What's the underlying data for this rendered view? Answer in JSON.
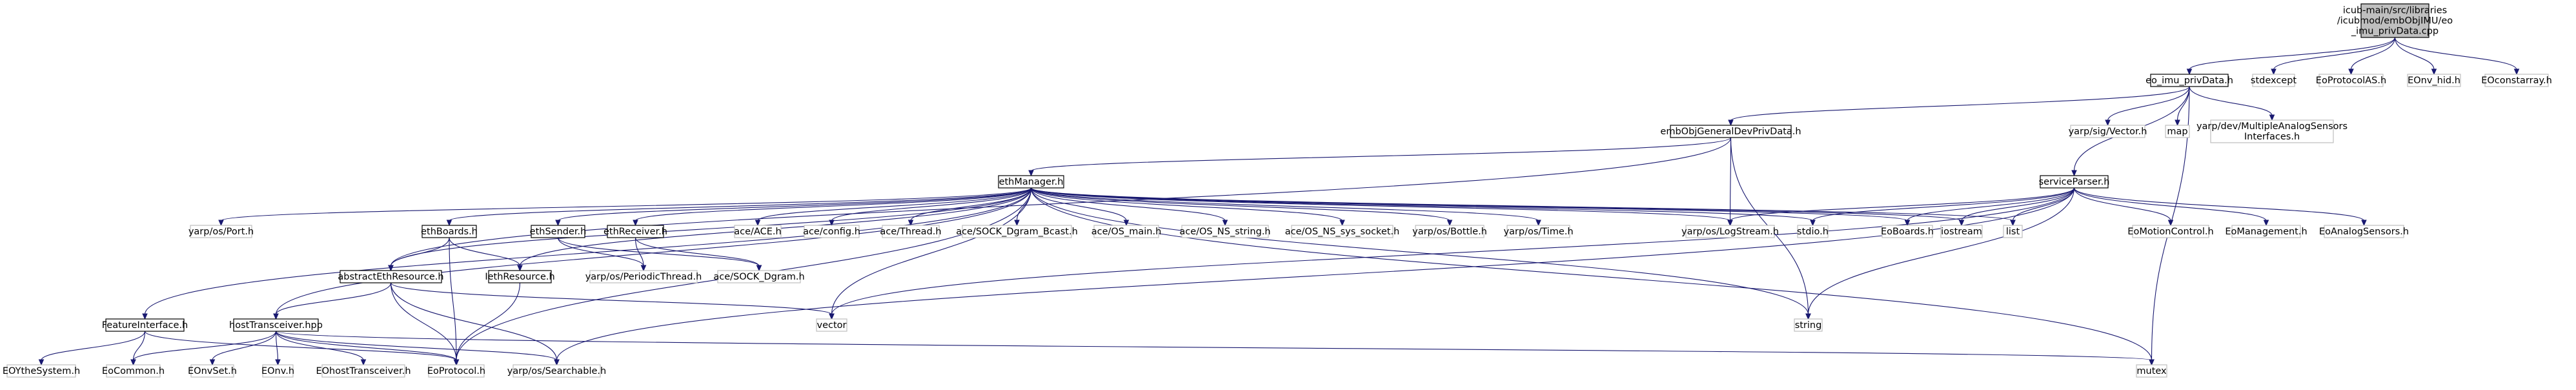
{
  "diagram": {
    "title_lines": [
      "icub-main/src/libraries",
      "/icubmod/embObjIMU/eo",
      "_imu_privData.cpp"
    ],
    "colors": {
      "edge": "#191970",
      "root_fill": "#bfbfbf",
      "root_stroke": "#000000",
      "documented_stroke": "#000000",
      "external_stroke": "#bfbfbf",
      "node_fill": "#ffffff",
      "text": "#000000",
      "external_text": "#000000"
    },
    "nodes": [
      {
        "id": "root",
        "lines": [
          "icub-main/src/libraries",
          "/icubmod/embObjIMU/eo",
          "_imu_privData.cpp"
        ],
        "kind": "root"
      },
      {
        "id": "eo_imu_privData_h",
        "lines": [
          "eo_imu_privData.h"
        ],
        "kind": "documented"
      },
      {
        "id": "stdexcept",
        "lines": [
          "stdexcept"
        ],
        "kind": "external"
      },
      {
        "id": "EoProtocolAS_h",
        "lines": [
          "EoProtocolAS.h"
        ],
        "kind": "external"
      },
      {
        "id": "EOnv_hid_h",
        "lines": [
          "EOnv_hid.h"
        ],
        "kind": "external"
      },
      {
        "id": "EOconstarray_h",
        "lines": [
          "EOconstarray.h"
        ],
        "kind": "external"
      },
      {
        "id": "embObjGeneralDevPrivData_h",
        "lines": [
          "embObjGeneralDevPrivData.h"
        ],
        "kind": "documented"
      },
      {
        "id": "yarp_sig_Vector_h",
        "lines": [
          "yarp/sig/Vector.h"
        ],
        "kind": "external"
      },
      {
        "id": "map",
        "lines": [
          "map"
        ],
        "kind": "external"
      },
      {
        "id": "yarp_dev_MAS",
        "lines": [
          "yarp/dev/MultipleAnalogSensors",
          "Interfaces.h"
        ],
        "kind": "external"
      },
      {
        "id": "serviceParser_h",
        "lines": [
          "serviceParser.h"
        ],
        "kind": "documented"
      },
      {
        "id": "ethManager_h",
        "lines": [
          "ethManager.h"
        ],
        "kind": "documented"
      },
      {
        "id": "yarp_os_Port_h",
        "lines": [
          "yarp/os/Port.h"
        ],
        "kind": "external"
      },
      {
        "id": "ethBoards_h",
        "lines": [
          "ethBoards.h"
        ],
        "kind": "documented"
      },
      {
        "id": "ethSender_h",
        "lines": [
          "ethSender.h"
        ],
        "kind": "documented"
      },
      {
        "id": "ethReceiver_h",
        "lines": [
          "ethReceiver.h"
        ],
        "kind": "documented"
      },
      {
        "id": "ace_ACE_h",
        "lines": [
          "ace/ACE.h"
        ],
        "kind": "external"
      },
      {
        "id": "ace_config_h",
        "lines": [
          "ace/config.h"
        ],
        "kind": "external"
      },
      {
        "id": "ace_Thread_h",
        "lines": [
          "ace/Thread.h"
        ],
        "kind": "external"
      },
      {
        "id": "ace_SOCK_Dgram_Bcast_h",
        "lines": [
          "ace/SOCK_Dgram_Bcast.h"
        ],
        "kind": "external"
      },
      {
        "id": "ace_OS_main_h",
        "lines": [
          "ace/OS_main.h"
        ],
        "kind": "external"
      },
      {
        "id": "ace_OS_NS_string_h",
        "lines": [
          "ace/OS_NS_string.h"
        ],
        "kind": "external"
      },
      {
        "id": "ace_OS_NS_sys_socket_h",
        "lines": [
          "ace/OS_NS_sys_socket.h"
        ],
        "kind": "external"
      },
      {
        "id": "yarp_os_Bottle_h",
        "lines": [
          "yarp/os/Bottle.h"
        ],
        "kind": "external"
      },
      {
        "id": "yarp_os_Time_h",
        "lines": [
          "yarp/os/Time.h"
        ],
        "kind": "external"
      },
      {
        "id": "yarp_os_LogStream_h",
        "lines": [
          "yarp/os/LogStream.h"
        ],
        "kind": "external"
      },
      {
        "id": "stdio_h",
        "lines": [
          "stdio.h"
        ],
        "kind": "external"
      },
      {
        "id": "EoBoards_h",
        "lines": [
          "EoBoards.h"
        ],
        "kind": "external"
      },
      {
        "id": "iostream",
        "lines": [
          "iostream"
        ],
        "kind": "external"
      },
      {
        "id": "list",
        "lines": [
          "list"
        ],
        "kind": "external"
      },
      {
        "id": "EoMotionControl_h",
        "lines": [
          "EoMotionControl.h"
        ],
        "kind": "external"
      },
      {
        "id": "EoManagement_h",
        "lines": [
          "EoManagement.h"
        ],
        "kind": "external"
      },
      {
        "id": "EoAnalogSensors_h",
        "lines": [
          "EoAnalogSensors.h"
        ],
        "kind": "external"
      },
      {
        "id": "abstractEthResource_h",
        "lines": [
          "abstractEthResource.h"
        ],
        "kind": "documented"
      },
      {
        "id": "IethResource_h",
        "lines": [
          "IethResource.h"
        ],
        "kind": "documented"
      },
      {
        "id": "yarp_os_PeriodicThread_h",
        "lines": [
          "yarp/os/PeriodicThread.h"
        ],
        "kind": "external"
      },
      {
        "id": "ace_SOCK_Dgram_h",
        "lines": [
          "ace/SOCK_Dgram.h"
        ],
        "kind": "external"
      },
      {
        "id": "FeatureInterface_h",
        "lines": [
          "FeatureInterface.h"
        ],
        "kind": "documented"
      },
      {
        "id": "hostTransceiver_hpp",
        "lines": [
          "hostTransceiver.hpp"
        ],
        "kind": "documented"
      },
      {
        "id": "vector",
        "lines": [
          "vector"
        ],
        "kind": "external"
      },
      {
        "id": "string",
        "lines": [
          "string"
        ],
        "kind": "external"
      },
      {
        "id": "EOYtheSystem_h",
        "lines": [
          "EOYtheSystem.h"
        ],
        "kind": "external"
      },
      {
        "id": "EoCommon_h",
        "lines": [
          "EoCommon.h"
        ],
        "kind": "external"
      },
      {
        "id": "EOnvSet_h",
        "lines": [
          "EOnvSet.h"
        ],
        "kind": "external"
      },
      {
        "id": "EOnv_h",
        "lines": [
          "EOnv.h"
        ],
        "kind": "external"
      },
      {
        "id": "EOhostTransceiver_h",
        "lines": [
          "EOhostTransceiver.h"
        ],
        "kind": "external"
      },
      {
        "id": "EoProtocol_h",
        "lines": [
          "EoProtocol.h"
        ],
        "kind": "external"
      },
      {
        "id": "yarp_os_Searchable_h",
        "lines": [
          "yarp/os/Searchable.h"
        ],
        "kind": "external"
      },
      {
        "id": "mutex",
        "lines": [
          "mutex"
        ],
        "kind": "external"
      }
    ],
    "edges": [
      [
        "root",
        "eo_imu_privData_h"
      ],
      [
        "root",
        "stdexcept"
      ],
      [
        "root",
        "EoProtocolAS_h"
      ],
      [
        "root",
        "EOnv_hid_h"
      ],
      [
        "root",
        "EOconstarray_h"
      ],
      [
        "eo_imu_privData_h",
        "embObjGeneralDevPrivData_h"
      ],
      [
        "eo_imu_privData_h",
        "yarp_sig_Vector_h"
      ],
      [
        "eo_imu_privData_h",
        "map"
      ],
      [
        "eo_imu_privData_h",
        "yarp_dev_MAS"
      ],
      [
        "eo_imu_privData_h",
        "serviceParser_h"
      ],
      [
        "eo_imu_privData_h",
        "mutex"
      ],
      [
        "embObjGeneralDevPrivData_h",
        "ethManager_h"
      ],
      [
        "embObjGeneralDevPrivData_h",
        "abstractEthResource_h"
      ],
      [
        "embObjGeneralDevPrivData_h",
        "yarp_os_LogStream_h"
      ],
      [
        "embObjGeneralDevPrivData_h",
        "string"
      ],
      [
        "ethManager_h",
        "yarp_os_Port_h"
      ],
      [
        "ethManager_h",
        "ethBoards_h"
      ],
      [
        "ethManager_h",
        "ethSender_h"
      ],
      [
        "ethManager_h",
        "ethReceiver_h"
      ],
      [
        "ethManager_h",
        "ace_ACE_h"
      ],
      [
        "ethManager_h",
        "ace_config_h"
      ],
      [
        "ethManager_h",
        "ace_Thread_h"
      ],
      [
        "ethManager_h",
        "ace_SOCK_Dgram_Bcast_h"
      ],
      [
        "ethManager_h",
        "ace_OS_main_h"
      ],
      [
        "ethManager_h",
        "ace_OS_NS_string_h"
      ],
      [
        "ethManager_h",
        "ace_OS_NS_sys_socket_h"
      ],
      [
        "ethManager_h",
        "yarp_os_Bottle_h"
      ],
      [
        "ethManager_h",
        "yarp_os_Time_h"
      ],
      [
        "ethManager_h",
        "yarp_os_LogStream_h"
      ],
      [
        "ethManager_h",
        "stdio_h"
      ],
      [
        "ethManager_h",
        "EoBoards_h"
      ],
      [
        "ethManager_h",
        "iostream"
      ],
      [
        "ethManager_h",
        "list"
      ],
      [
        "ethManager_h",
        "abstractEthResource_h"
      ],
      [
        "ethManager_h",
        "IethResource_h"
      ],
      [
        "ethManager_h",
        "FeatureInterface_h"
      ],
      [
        "ethManager_h",
        "hostTransceiver_hpp"
      ],
      [
        "ethManager_h",
        "vector"
      ],
      [
        "ethManager_h",
        "string"
      ],
      [
        "ethManager_h",
        "EoProtocol_h"
      ],
      [
        "ethManager_h",
        "mutex"
      ],
      [
        "ethBoards_h",
        "abstractEthResource_h"
      ],
      [
        "ethBoards_h",
        "IethResource_h"
      ],
      [
        "ethBoards_h",
        "EoProtocol_h"
      ],
      [
        "ethSender_h",
        "yarp_os_PeriodicThread_h"
      ],
      [
        "ethSender_h",
        "ace_SOCK_Dgram_h"
      ],
      [
        "ethReceiver_h",
        "yarp_os_PeriodicThread_h"
      ],
      [
        "ethReceiver_h",
        "ace_SOCK_Dgram_h"
      ],
      [
        "serviceParser_h",
        "yarp_os_LogStream_h"
      ],
      [
        "serviceParser_h",
        "stdio_h"
      ],
      [
        "serviceParser_h",
        "EoBoards_h"
      ],
      [
        "serviceParser_h",
        "iostream"
      ],
      [
        "serviceParser_h",
        "list"
      ],
      [
        "serviceParser_h",
        "EoMotionControl_h"
      ],
      [
        "serviceParser_h",
        "EoManagement_h"
      ],
      [
        "serviceParser_h",
        "EoAnalogSensors_h"
      ],
      [
        "serviceParser_h",
        "vector"
      ],
      [
        "serviceParser_h",
        "string"
      ],
      [
        "serviceParser_h",
        "yarp_os_Searchable_h"
      ],
      [
        "abstractEthResource_h",
        "hostTransceiver_hpp"
      ],
      [
        "abstractEthResource_h",
        "vector"
      ],
      [
        "abstractEthResource_h",
        "EoProtocol_h"
      ],
      [
        "abstractEthResource_h",
        "yarp_os_Searchable_h"
      ],
      [
        "IethResource_h",
        "EoProtocol_h"
      ],
      [
        "FeatureInterface_h",
        "EOYtheSystem_h"
      ],
      [
        "FeatureInterface_h",
        "EoCommon_h"
      ],
      [
        "FeatureInterface_h",
        "EoProtocol_h"
      ],
      [
        "hostTransceiver_hpp",
        "EoCommon_h"
      ],
      [
        "hostTransceiver_hpp",
        "EOnvSet_h"
      ],
      [
        "hostTransceiver_hpp",
        "EOnv_h"
      ],
      [
        "hostTransceiver_hpp",
        "EOhostTransceiver_h"
      ],
      [
        "hostTransceiver_hpp",
        "EoProtocol_h"
      ],
      [
        "hostTransceiver_hpp",
        "yarp_os_Searchable_h"
      ],
      [
        "hostTransceiver_hpp",
        "mutex"
      ]
    ]
  }
}
